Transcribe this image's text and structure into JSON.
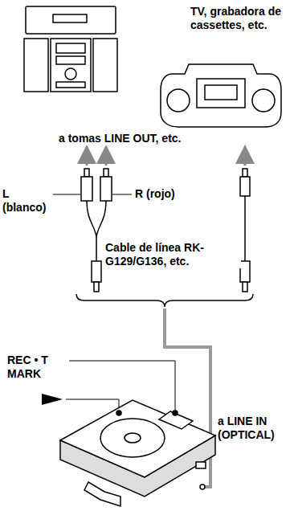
{
  "diagram": {
    "labels": [
      "TV, grabadora de cassettes, etc.",
      "a tomas LINE OUT, etc.",
      "L (blanco)",
      "R (rojo)",
      "Cable de línea RK-G129/G136, etc.",
      "REC • T MARK",
      "a LINE IN (OPTICAL)"
    ]
  }
}
